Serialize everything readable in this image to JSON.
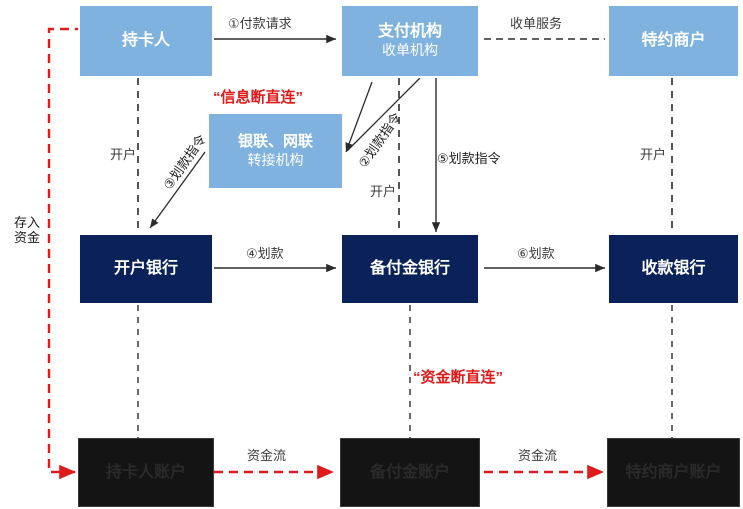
{
  "diagram": {
    "title_hidden": "",
    "colors": {
      "blue": "#7fb2de",
      "navy": "#0b2159",
      "dark": "#141414",
      "red": "#e01b1b",
      "grey_line": "#3b3b3b"
    },
    "nodes": {
      "cardholder": {
        "label": "持卡人"
      },
      "payment_org": {
        "label": "支付机构",
        "sublabel": "收单机构"
      },
      "merchant": {
        "label": "特约商户"
      },
      "switch_org": {
        "label": "银联、网联",
        "sublabel": "转接机构"
      },
      "account_bank": {
        "label": "开户银行"
      },
      "reserve_bank": {
        "label": "备付金银行"
      },
      "receiving_bank": {
        "label": "收款银行"
      },
      "cardholder_account": {
        "label": "持卡人账户"
      },
      "reserve_account": {
        "label": "备付金账户"
      },
      "merchant_account": {
        "label": "特约商户账户"
      }
    },
    "edge_labels": {
      "payment_request": "①付款请求",
      "acquiring_service": "收单服务",
      "transfer_order_2": "②划款指令",
      "transfer_order_3": "③划款指令",
      "transfer_order_5": "⑤划款指令",
      "transfer_4": "④划款",
      "transfer_6": "⑥划款",
      "open_account_left": "开户",
      "open_account_mid": "开户",
      "open_account_right": "开户",
      "fund_flow_left": "资金流",
      "fund_flow_right": "资金流",
      "deposit_funds": "存入\n资金",
      "deposit_funds_line1": "存入",
      "deposit_funds_line2": "资金"
    },
    "annotations": {
      "info_disconnect": "“信息断直连”",
      "fund_disconnect": "“资金断直连”"
    }
  }
}
